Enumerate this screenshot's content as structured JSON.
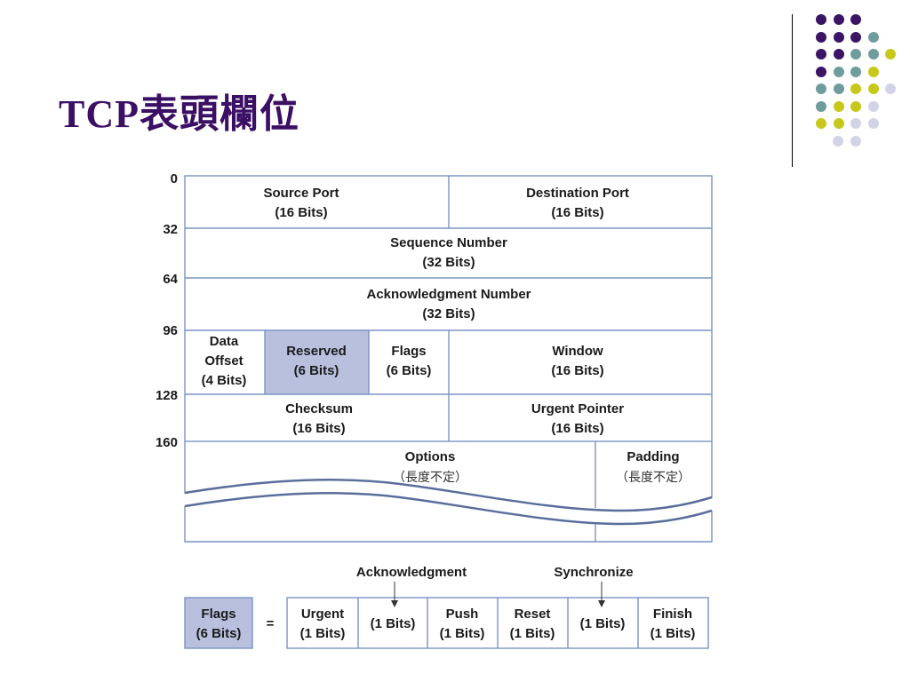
{
  "slide": {
    "title": "TCP表頭欄位"
  },
  "colors": {
    "title": "#3b0f64",
    "cell_border": "#7b93c4",
    "highlight_fill": "#b9c0de",
    "dot_purple": "#3b1466",
    "dot_teal": "#6f9c9c",
    "dot_yellow": "#c8c81a",
    "dot_lavender": "#d3d3e8"
  },
  "decor_dots": [
    [
      "purple",
      "purple",
      "purple"
    ],
    [
      "purple",
      "purple",
      "purple",
      "teal"
    ],
    [
      "purple",
      "purple",
      "teal",
      "teal",
      "yellow"
    ],
    [
      "purple",
      "teal",
      "teal",
      "yellow"
    ],
    [
      "teal",
      "teal",
      "yellow",
      "yellow",
      "lavender"
    ],
    [
      "teal",
      "yellow",
      "yellow",
      "lavender"
    ],
    [
      "yellow",
      "yellow",
      "lavender",
      "lavender"
    ],
    [
      "lavender",
      "lavender"
    ]
  ],
  "bit_markers": [
    "0",
    "32",
    "64",
    "96",
    "128",
    "160"
  ],
  "header": {
    "source_port": {
      "name": "Source Port",
      "bits": "(16 Bits)"
    },
    "destination_port": {
      "name": "Destination Port",
      "bits": "(16 Bits)"
    },
    "sequence_number": {
      "name": "Sequence Number",
      "bits": "(32 Bits)"
    },
    "ack_number": {
      "name": "Acknowledgment Number",
      "bits": "(32 Bits)"
    },
    "data_offset": {
      "line1": "Data",
      "line2": "Offset",
      "bits": "(4 Bits)"
    },
    "reserved": {
      "name": "Reserved",
      "bits": "(6 Bits)"
    },
    "flags": {
      "name": "Flags",
      "bits": "(6 Bits)"
    },
    "window": {
      "name": "Window",
      "bits": "(16 Bits)"
    },
    "checksum": {
      "name": "Checksum",
      "bits": "(16 Bits)"
    },
    "urgent_pointer": {
      "name": "Urgent Pointer",
      "bits": "(16 Bits)"
    },
    "options": {
      "name": "Options",
      "note": "（長度不定）"
    },
    "padding": {
      "name": "Padding",
      "note": "（長度不定）"
    }
  },
  "flags_breakdown": {
    "label": {
      "name": "Flags",
      "bits": "(6 Bits)"
    },
    "equals": "=",
    "pointer_acknowledgment": "Acknowledgment",
    "pointer_synchronize": "Synchronize",
    "cells": [
      {
        "name": "Urgent",
        "bits": "(1 Bits)"
      },
      {
        "name": "",
        "bits": "(1 Bits)"
      },
      {
        "name": "Push",
        "bits": "(1 Bits)"
      },
      {
        "name": "Reset",
        "bits": "(1 Bits)"
      },
      {
        "name": "",
        "bits": "(1 Bits)"
      },
      {
        "name": "Finish",
        "bits": "(1 Bits)"
      }
    ]
  }
}
